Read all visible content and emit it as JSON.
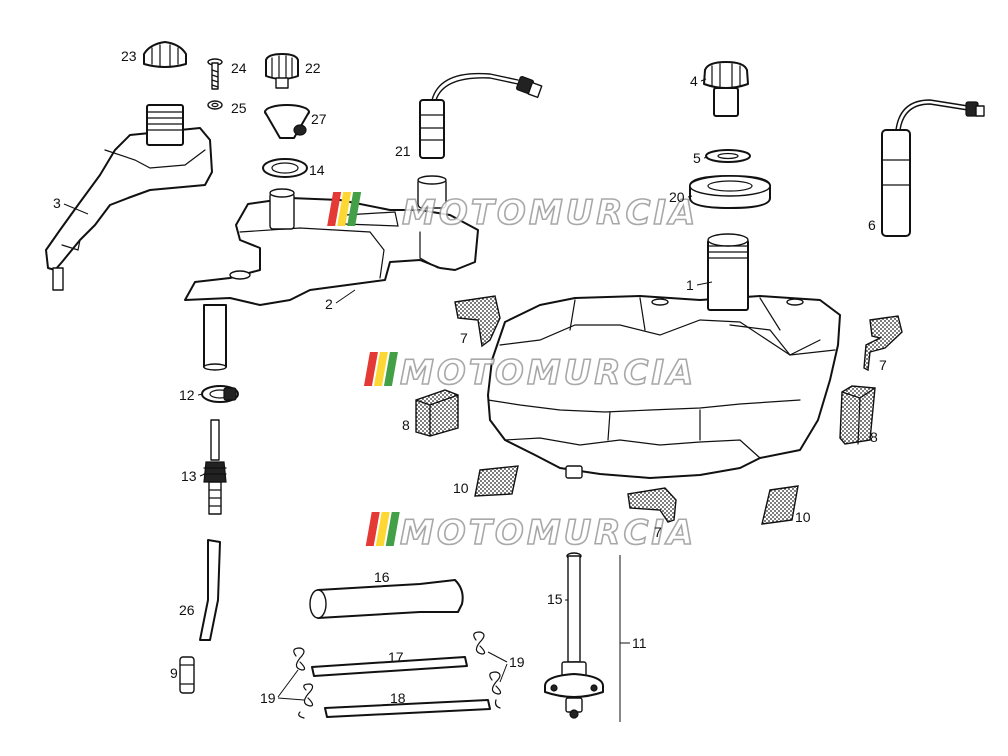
{
  "watermark": {
    "text": "MOTOMURCIA",
    "stripe_colors": [
      "#e53935",
      "#fdd835",
      "#43a047"
    ]
  },
  "callouts": {
    "c1": "1",
    "c2": "2",
    "c3": "3",
    "c4": "4",
    "c5": "5",
    "c6": "6",
    "c7a": "7",
    "c7b": "7",
    "c7c": "7",
    "c8a": "8",
    "c8b": "8",
    "c9": "9",
    "c10a": "10",
    "c10b": "10",
    "c11": "11",
    "c12": "12",
    "c13": "13",
    "c14": "14",
    "c15": "15",
    "c16": "16",
    "c17": "17",
    "c18": "18",
    "c19a": "19",
    "c19b": "19",
    "c20": "20",
    "c21": "21",
    "c22": "22",
    "c23": "23",
    "c24": "24",
    "c25": "25",
    "c26": "26",
    "c27": "27"
  }
}
